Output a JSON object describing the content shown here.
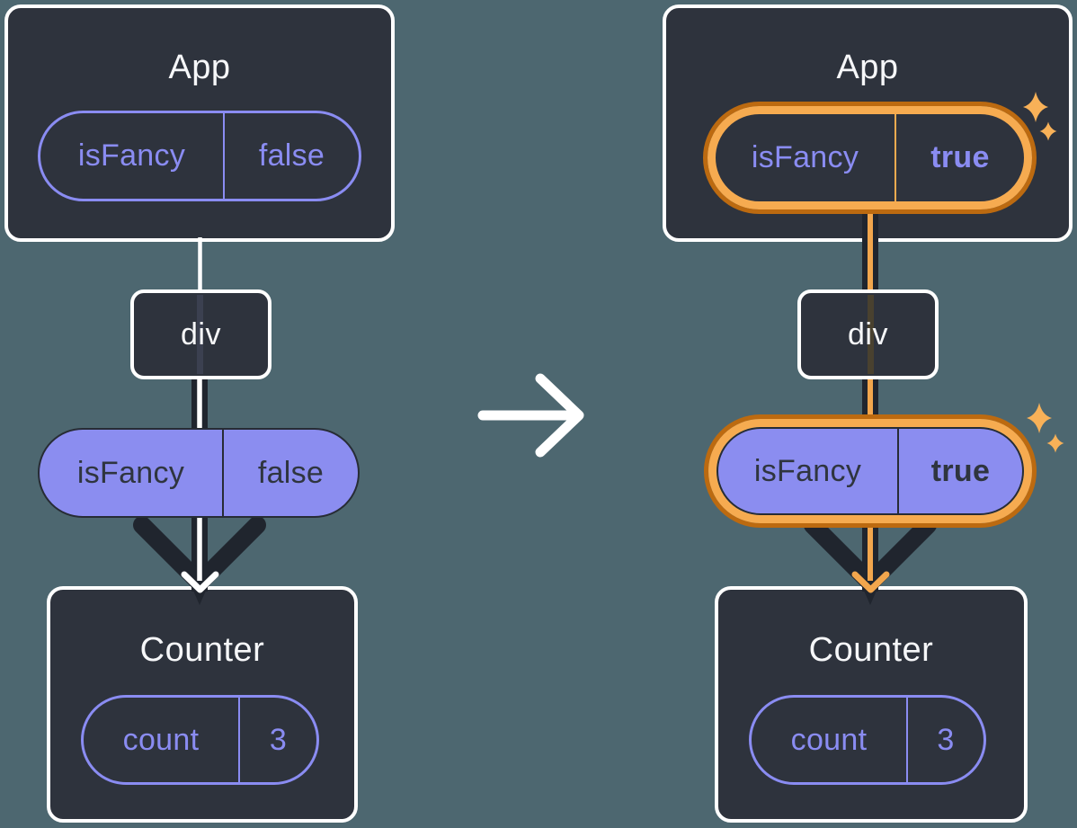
{
  "left_diagram": {
    "app": {
      "title": "App",
      "state": {
        "name": "isFancy",
        "value": "false"
      }
    },
    "div_node": {
      "label": "div"
    },
    "prop_pill": {
      "name": "isFancy",
      "value": "false"
    },
    "counter": {
      "title": "Counter",
      "state": {
        "name": "count",
        "value": "3"
      }
    }
  },
  "right_diagram": {
    "app": {
      "title": "App",
      "state": {
        "name": "isFancy",
        "value": "true"
      }
    },
    "div_node": {
      "label": "div"
    },
    "prop_pill": {
      "name": "isFancy",
      "value": "true"
    },
    "counter": {
      "title": "Counter",
      "state": {
        "name": "count",
        "value": "3"
      }
    }
  },
  "colors": {
    "background": "#4d6770",
    "card": "#2e333d",
    "accent_purple": "#8a8cf2",
    "pill_fill_purple": "#8b8df0",
    "highlight_orange": "#f6ab50",
    "highlight_orange_dark": "#bc6a10",
    "sparkle_orange": "#f8b158",
    "arrow_dark": "#20252e"
  }
}
